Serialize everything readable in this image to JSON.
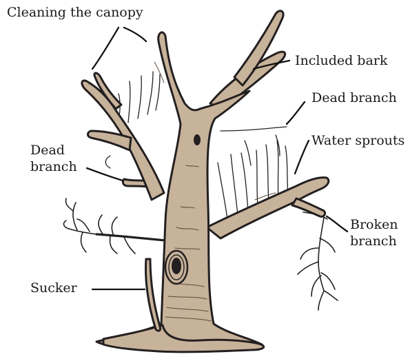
{
  "diagram": {
    "labels": {
      "cleaning_canopy": "Cleaning the canopy",
      "included_bark": "Included bark",
      "dead_branch_right": "Dead branch",
      "dead_branch_left_line1": "Dead",
      "dead_branch_left_line2": "branch",
      "water_sprouts": "Water sprouts",
      "broken_branch_line1": "Broken",
      "broken_branch_line2": "branch",
      "sucker": "Sucker"
    },
    "colors": {
      "bark": "#c7b29a",
      "outline": "#231f20",
      "text": "#1a1a1a"
    }
  }
}
